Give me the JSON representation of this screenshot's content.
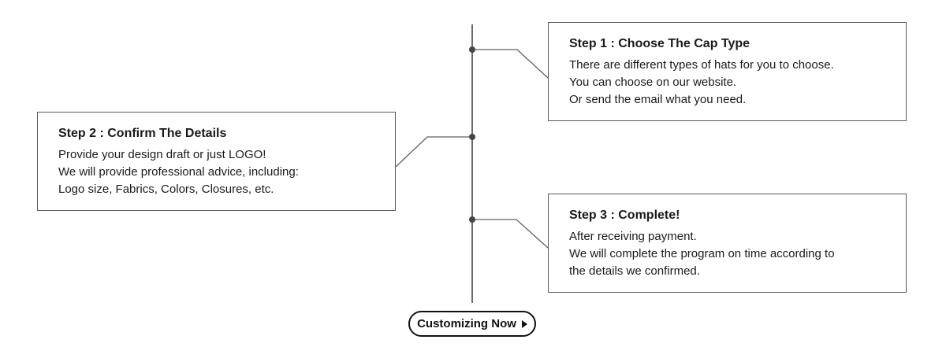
{
  "diagram": {
    "steps": [
      {
        "title": "Step 1 : Choose The Cap Type",
        "lines": [
          "There are different types of hats for you to choose.",
          "You can choose on our website.",
          "Or send the email what you need."
        ]
      },
      {
        "title": "Step 2 : Confirm The Details",
        "lines": [
          "Provide your design draft or just LOGO!",
          "We will provide professional advice, including:",
          "Logo size, Fabrics, Colors, Closures, etc."
        ]
      },
      {
        "title": "Step 3 : Complete!",
        "lines": [
          "After receiving payment.",
          "We will complete the program on time according to",
          "the details we confirmed."
        ]
      }
    ],
    "cta": {
      "label": "Customizing Now",
      "icon": "arrow-right-icon"
    },
    "colors": {
      "background": "#ffffff",
      "timeline_line": "#5a5a5a",
      "timeline_dot": "#454545",
      "connector_line": "#606060",
      "box_border": "#58595b",
      "text": "#1a1a1a",
      "cta_border": "#111111"
    }
  }
}
